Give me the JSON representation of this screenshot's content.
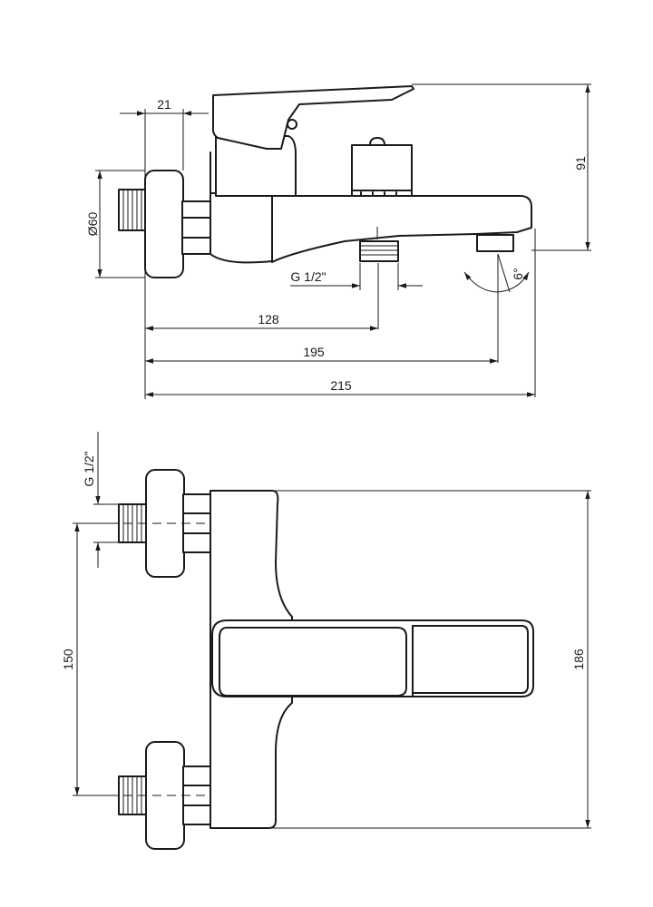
{
  "dimensions": {
    "top_offset": "21",
    "top_diameter": "Ø60",
    "top_thread": "G 1/2\"",
    "top_length_1": "128",
    "top_length_2": "195",
    "top_length_3": "215",
    "top_height": "91",
    "top_angle": "6°",
    "bottom_thread": "G 1/2\"",
    "bottom_spacing": "150",
    "bottom_height": "186"
  }
}
